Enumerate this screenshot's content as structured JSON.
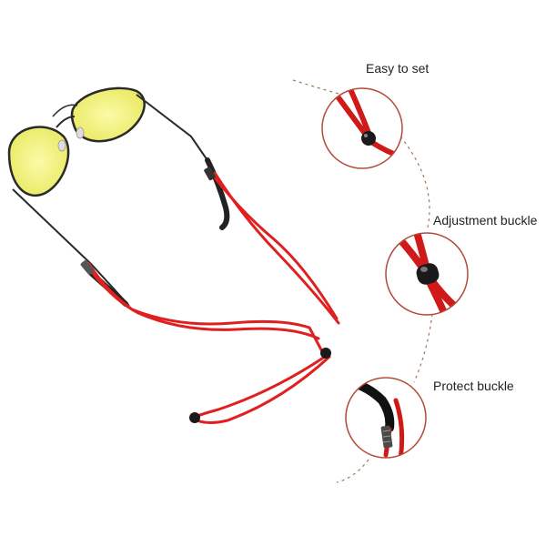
{
  "features": [
    {
      "label": "Easy to set"
    },
    {
      "label": "Adjustment buckle"
    },
    {
      "label": "Protect buckle"
    }
  ],
  "colors": {
    "cord": "#e02020",
    "lens": "#f2f27a",
    "frame": "#333333",
    "circle_border": "#b34a3a",
    "dashed_arc": "#a07a5a",
    "bead": "#1a1a1a"
  }
}
